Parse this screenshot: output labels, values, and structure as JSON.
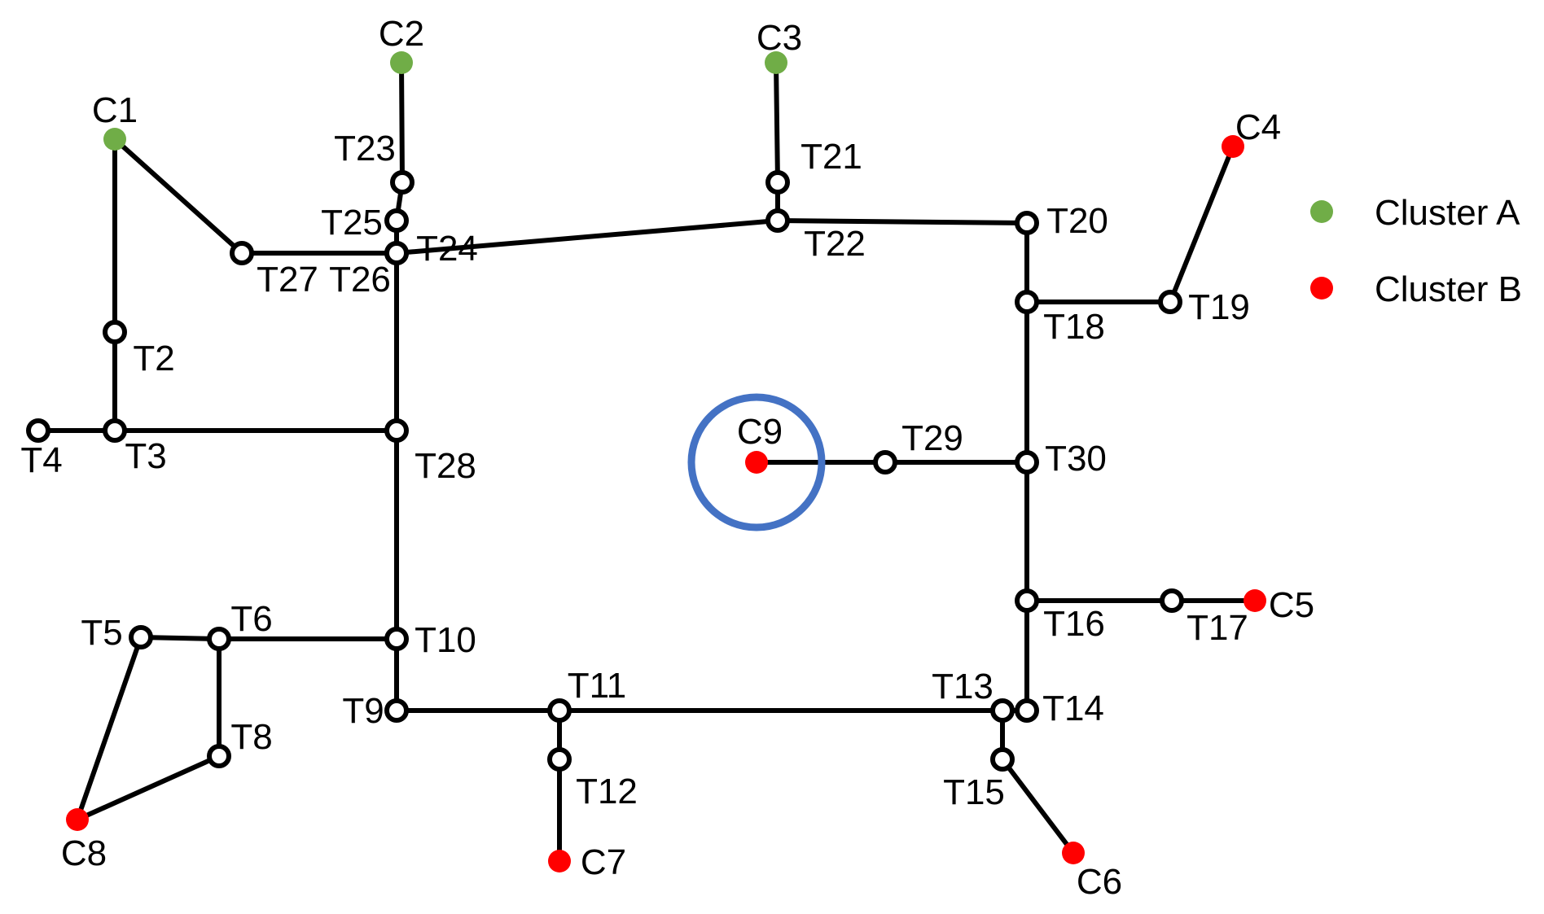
{
  "colors": {
    "cluster_a": "#70ad47",
    "cluster_b": "#ff0000",
    "highlight": "#4472c4",
    "edge": "#000000"
  },
  "legend": {
    "cluster_a": "Cluster A",
    "cluster_b": "Cluster B"
  },
  "nodes": [
    {
      "id": "C1",
      "label": "C1",
      "kind": "cluster_a"
    },
    {
      "id": "C2",
      "label": "C2",
      "kind": "cluster_a"
    },
    {
      "id": "C3",
      "label": "C3",
      "kind": "cluster_a"
    },
    {
      "id": "C4",
      "label": "C4",
      "kind": "cluster_b"
    },
    {
      "id": "C5",
      "label": "C5",
      "kind": "cluster_b"
    },
    {
      "id": "C6",
      "label": "C6",
      "kind": "cluster_b"
    },
    {
      "id": "C7",
      "label": "C7",
      "kind": "cluster_b"
    },
    {
      "id": "C8",
      "label": "C8",
      "kind": "cluster_b"
    },
    {
      "id": "C9",
      "label": "C9",
      "kind": "cluster_b",
      "highlighted": true
    },
    {
      "id": "T2",
      "label": "T2",
      "kind": "terminal"
    },
    {
      "id": "T3",
      "label": "T3",
      "kind": "terminal"
    },
    {
      "id": "T4",
      "label": "T4",
      "kind": "terminal"
    },
    {
      "id": "T5",
      "label": "T5",
      "kind": "terminal"
    },
    {
      "id": "T6",
      "label": "T6",
      "kind": "terminal"
    },
    {
      "id": "T8",
      "label": "T8",
      "kind": "terminal"
    },
    {
      "id": "T9",
      "label": "T9",
      "kind": "terminal"
    },
    {
      "id": "T10",
      "label": "T10",
      "kind": "terminal"
    },
    {
      "id": "T11",
      "label": "T11",
      "kind": "terminal"
    },
    {
      "id": "T12",
      "label": "T12",
      "kind": "terminal"
    },
    {
      "id": "T13",
      "label": "T13",
      "kind": "terminal"
    },
    {
      "id": "T14",
      "label": "T14",
      "kind": "terminal"
    },
    {
      "id": "T15",
      "label": "T15",
      "kind": "terminal"
    },
    {
      "id": "T16",
      "label": "T16",
      "kind": "terminal"
    },
    {
      "id": "T17",
      "label": "T17",
      "kind": "terminal"
    },
    {
      "id": "T18",
      "label": "T18",
      "kind": "terminal"
    },
    {
      "id": "T19",
      "label": "T19",
      "kind": "terminal"
    },
    {
      "id": "T20",
      "label": "T20",
      "kind": "terminal"
    },
    {
      "id": "T21",
      "label": "T21",
      "kind": "terminal"
    },
    {
      "id": "T22",
      "label": "T22",
      "kind": "terminal"
    },
    {
      "id": "T23",
      "label": "T23",
      "kind": "terminal"
    },
    {
      "id": "T24",
      "label": "T24",
      "kind": "terminal"
    },
    {
      "id": "T25",
      "label": "T25",
      "kind": "terminal"
    },
    {
      "id": "T26",
      "label": "T26",
      "kind": "terminal"
    },
    {
      "id": "T27",
      "label": "T27",
      "kind": "terminal"
    },
    {
      "id": "T28",
      "label": "T28",
      "kind": "terminal"
    },
    {
      "id": "T29",
      "label": "T29",
      "kind": "terminal"
    },
    {
      "id": "T30",
      "label": "T30",
      "kind": "terminal"
    }
  ],
  "edges": [
    [
      "C1",
      "T2"
    ],
    [
      "T2",
      "T3"
    ],
    [
      "T4",
      "T3"
    ],
    [
      "T3",
      "T28"
    ],
    [
      "C1",
      "T27"
    ],
    [
      "T27",
      "T26"
    ],
    [
      "C2",
      "T23"
    ],
    [
      "T23",
      "T25"
    ],
    [
      "T25",
      "T24"
    ],
    [
      "T25",
      "T26"
    ],
    [
      "T24",
      "T22"
    ],
    [
      "C3",
      "T21"
    ],
    [
      "T21",
      "T22"
    ],
    [
      "T22",
      "T20"
    ],
    [
      "T26",
      "T28"
    ],
    [
      "T28",
      "T10"
    ],
    [
      "T20",
      "T18"
    ],
    [
      "T18",
      "T19"
    ],
    [
      "T19",
      "C4"
    ],
    [
      "T18",
      "T30"
    ],
    [
      "C9",
      "T29"
    ],
    [
      "T29",
      "T30"
    ],
    [
      "T30",
      "T16"
    ],
    [
      "T16",
      "T17"
    ],
    [
      "T17",
      "C5"
    ],
    [
      "T16",
      "T14"
    ],
    [
      "T10",
      "T6"
    ],
    [
      "T6",
      "T5"
    ],
    [
      "T5",
      "C8"
    ],
    [
      "T6",
      "T8"
    ],
    [
      "T8",
      "C8"
    ],
    [
      "T10",
      "T9"
    ],
    [
      "T9",
      "T11"
    ],
    [
      "T11",
      "T12"
    ],
    [
      "T12",
      "C7"
    ],
    [
      "T11",
      "T13"
    ],
    [
      "T13",
      "T14"
    ],
    [
      "T13",
      "T15"
    ],
    [
      "T15",
      "C6"
    ]
  ]
}
